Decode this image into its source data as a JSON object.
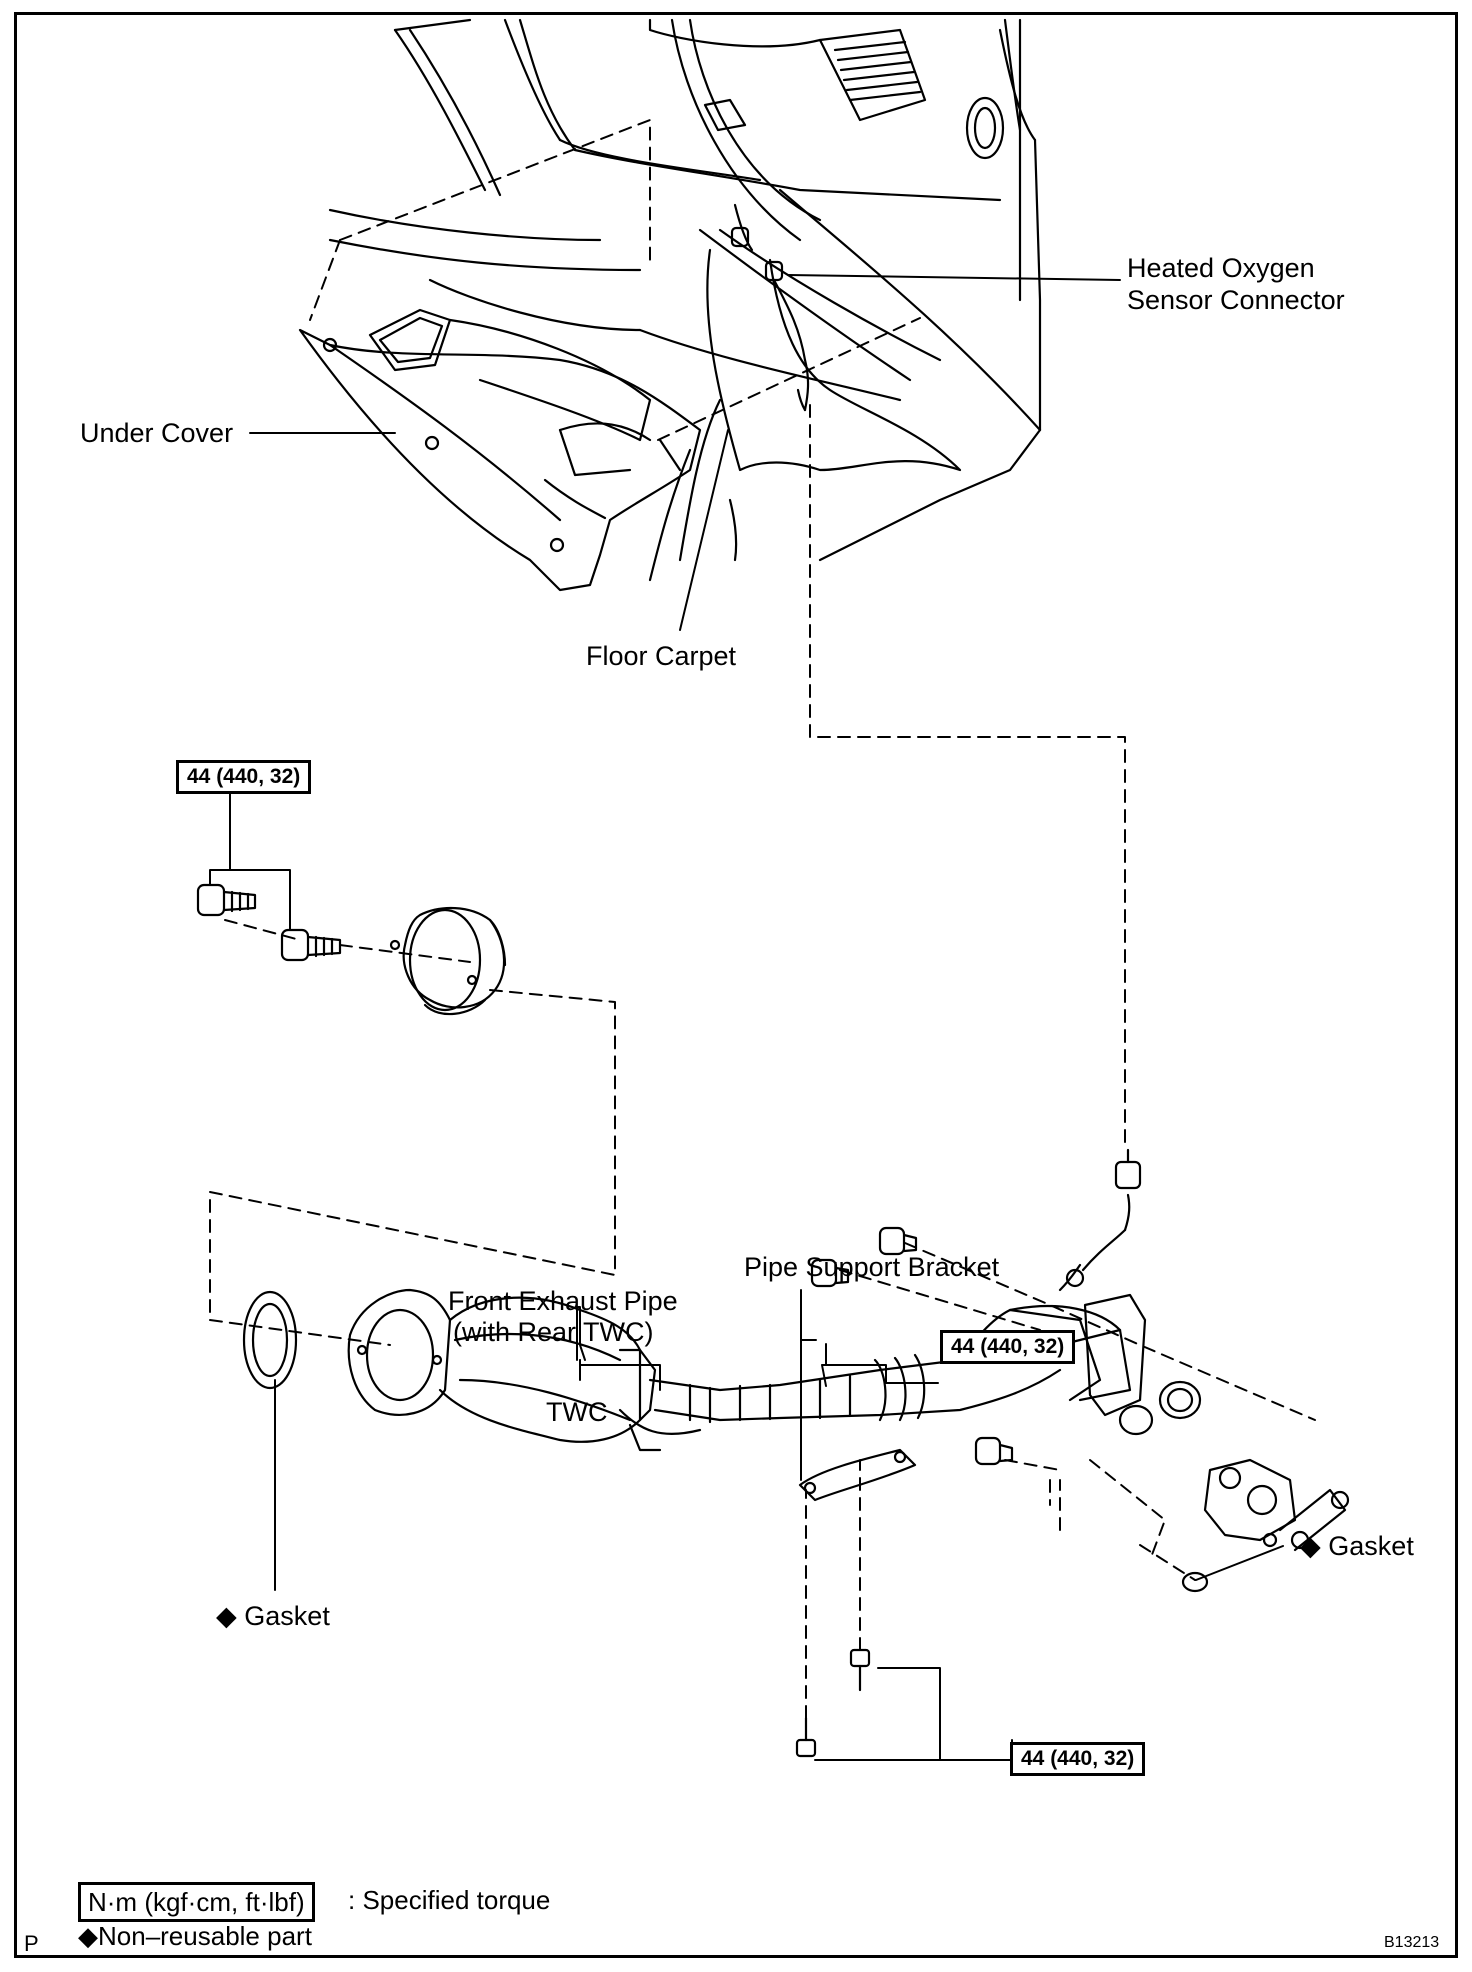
{
  "labels": {
    "heated_oxygen_line1": "Heated Oxygen",
    "heated_oxygen_line2": "Sensor Connector",
    "under_cover": "Under Cover",
    "floor_carpet": "Floor Carpet",
    "pipe_support_bracket": "Pipe Support Bracket",
    "front_exhaust_line1": "Front Exhaust Pipe",
    "front_exhaust_line2": "(with Rear TWC)",
    "twc": "TWC",
    "gasket_left": "Gasket",
    "gasket_right": "Gasket",
    "diamond_symbol": "◆"
  },
  "torque": {
    "upper_left": "44 (440, 32)",
    "mid_right": "44 (440, 32)",
    "bottom_right": "44 (440, 32)"
  },
  "legend": {
    "unit_box": "N·m (kgf·cm, ft·lbf)",
    "specified_torque": ": Specified torque",
    "non_reusable": "◆Non–reusable part"
  },
  "footer": {
    "page_letter": "P",
    "figure_id": "B13213"
  }
}
